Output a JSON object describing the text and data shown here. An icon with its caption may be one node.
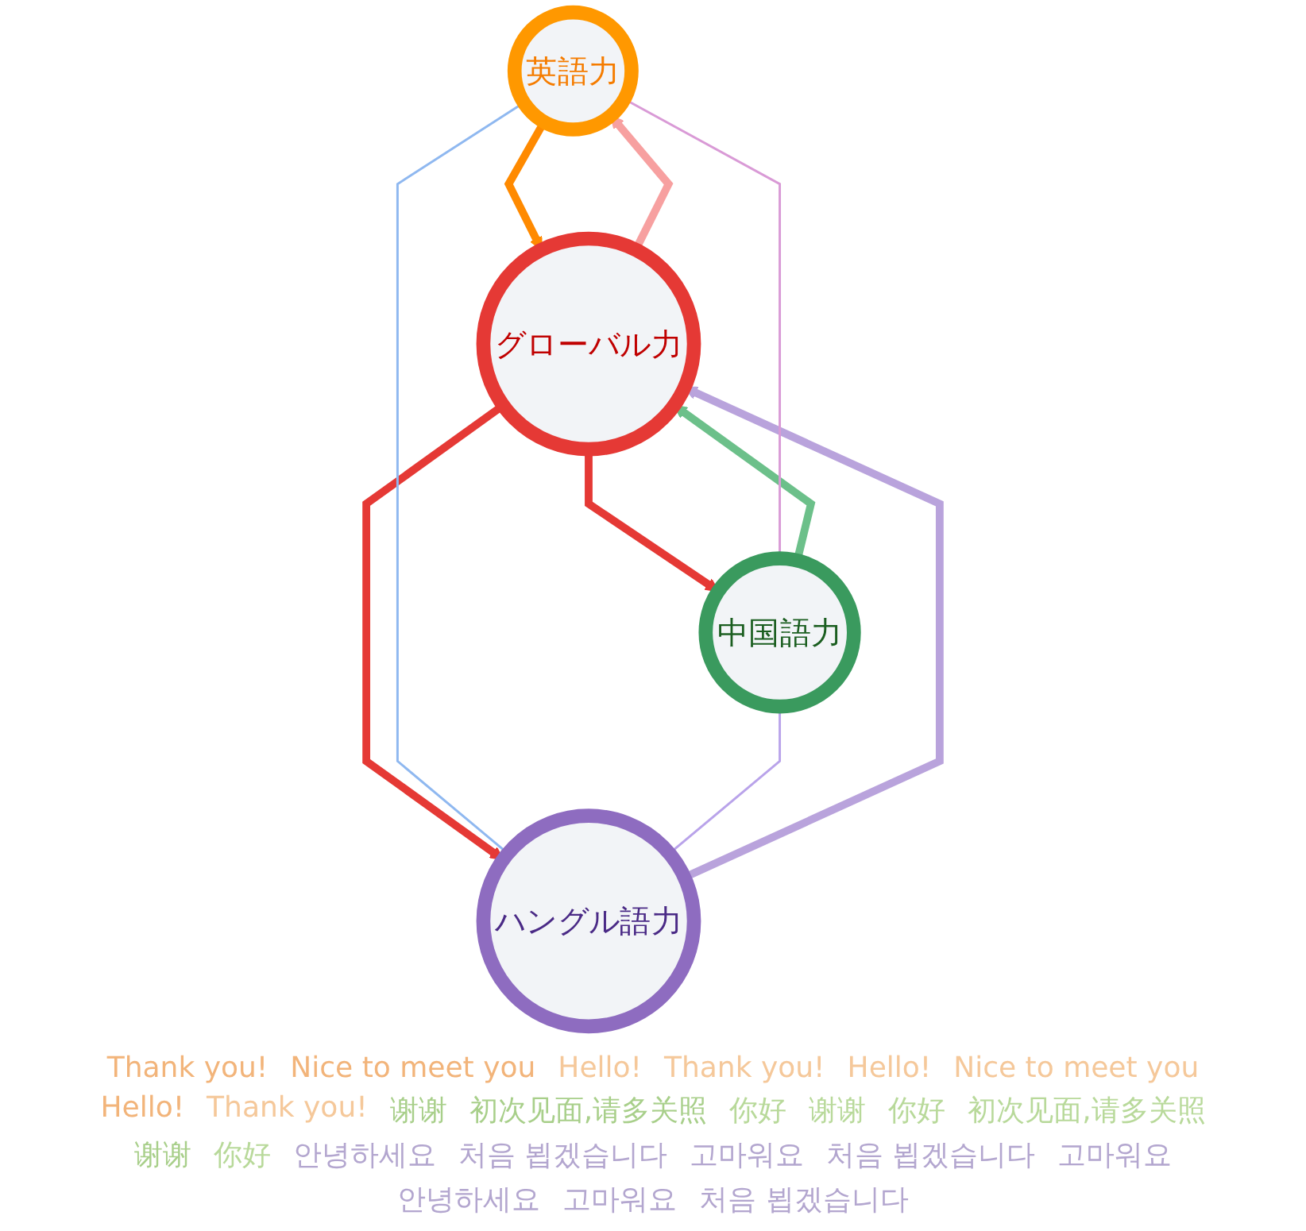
{
  "diagram": {
    "nodes": [
      {
        "text": [
          "英語力"
        ]
      },
      {
        "text": [
          "グローバル力"
        ]
      },
      {
        "text": [
          "中国語力"
        ]
      },
      {
        "text": [
          "ハングル語力"
        ]
      }
    ],
    "edges": [
      {
        "from": 1,
        "to": 0,
        "arrow": "to",
        "color": "#f7a0a0"
      },
      {
        "from": 0,
        "to": 1,
        "arrow": "to",
        "color": "#ff8a00"
      },
      {
        "from": 2,
        "to": 1,
        "arrow": "to",
        "color": "#6cc08a"
      },
      {
        "from": 1,
        "to": 2,
        "arrow": "to",
        "color": "#e53935"
      },
      {
        "from": 1,
        "to": 3,
        "arrow": "to",
        "color": "#e53935"
      },
      {
        "from": 3,
        "to": 1,
        "arrow": "to",
        "color": "#b9a3dc"
      },
      {
        "from": 0,
        "to": 2,
        "arrow": "none",
        "color": "#d99ad6"
      },
      {
        "from": 0,
        "to": 3,
        "arrow": "none",
        "color": "#8fb8f0"
      },
      {
        "from": 2,
        "to": 3,
        "arrow": "none",
        "color": "#b9a3ea"
      }
    ],
    "labels": [
      "Thank you!",
      "Nice to meet you",
      "Hello!",
      "Thank you!",
      "Hello!",
      "Nice to meet you",
      "Hello!",
      "Thank you!",
      "谢谢",
      "初次见面,请多关照",
      "你好",
      "谢谢",
      "你好",
      "初次见面,请多关照",
      "谢谢",
      "你好",
      "안녕하세요",
      "처음 뵙겠습니다",
      "고마워요",
      "처음 뵙겠습니다",
      "고마워요",
      "안녕하세요",
      "고마워요",
      "처음 뵙겠습니다"
    ]
  }
}
